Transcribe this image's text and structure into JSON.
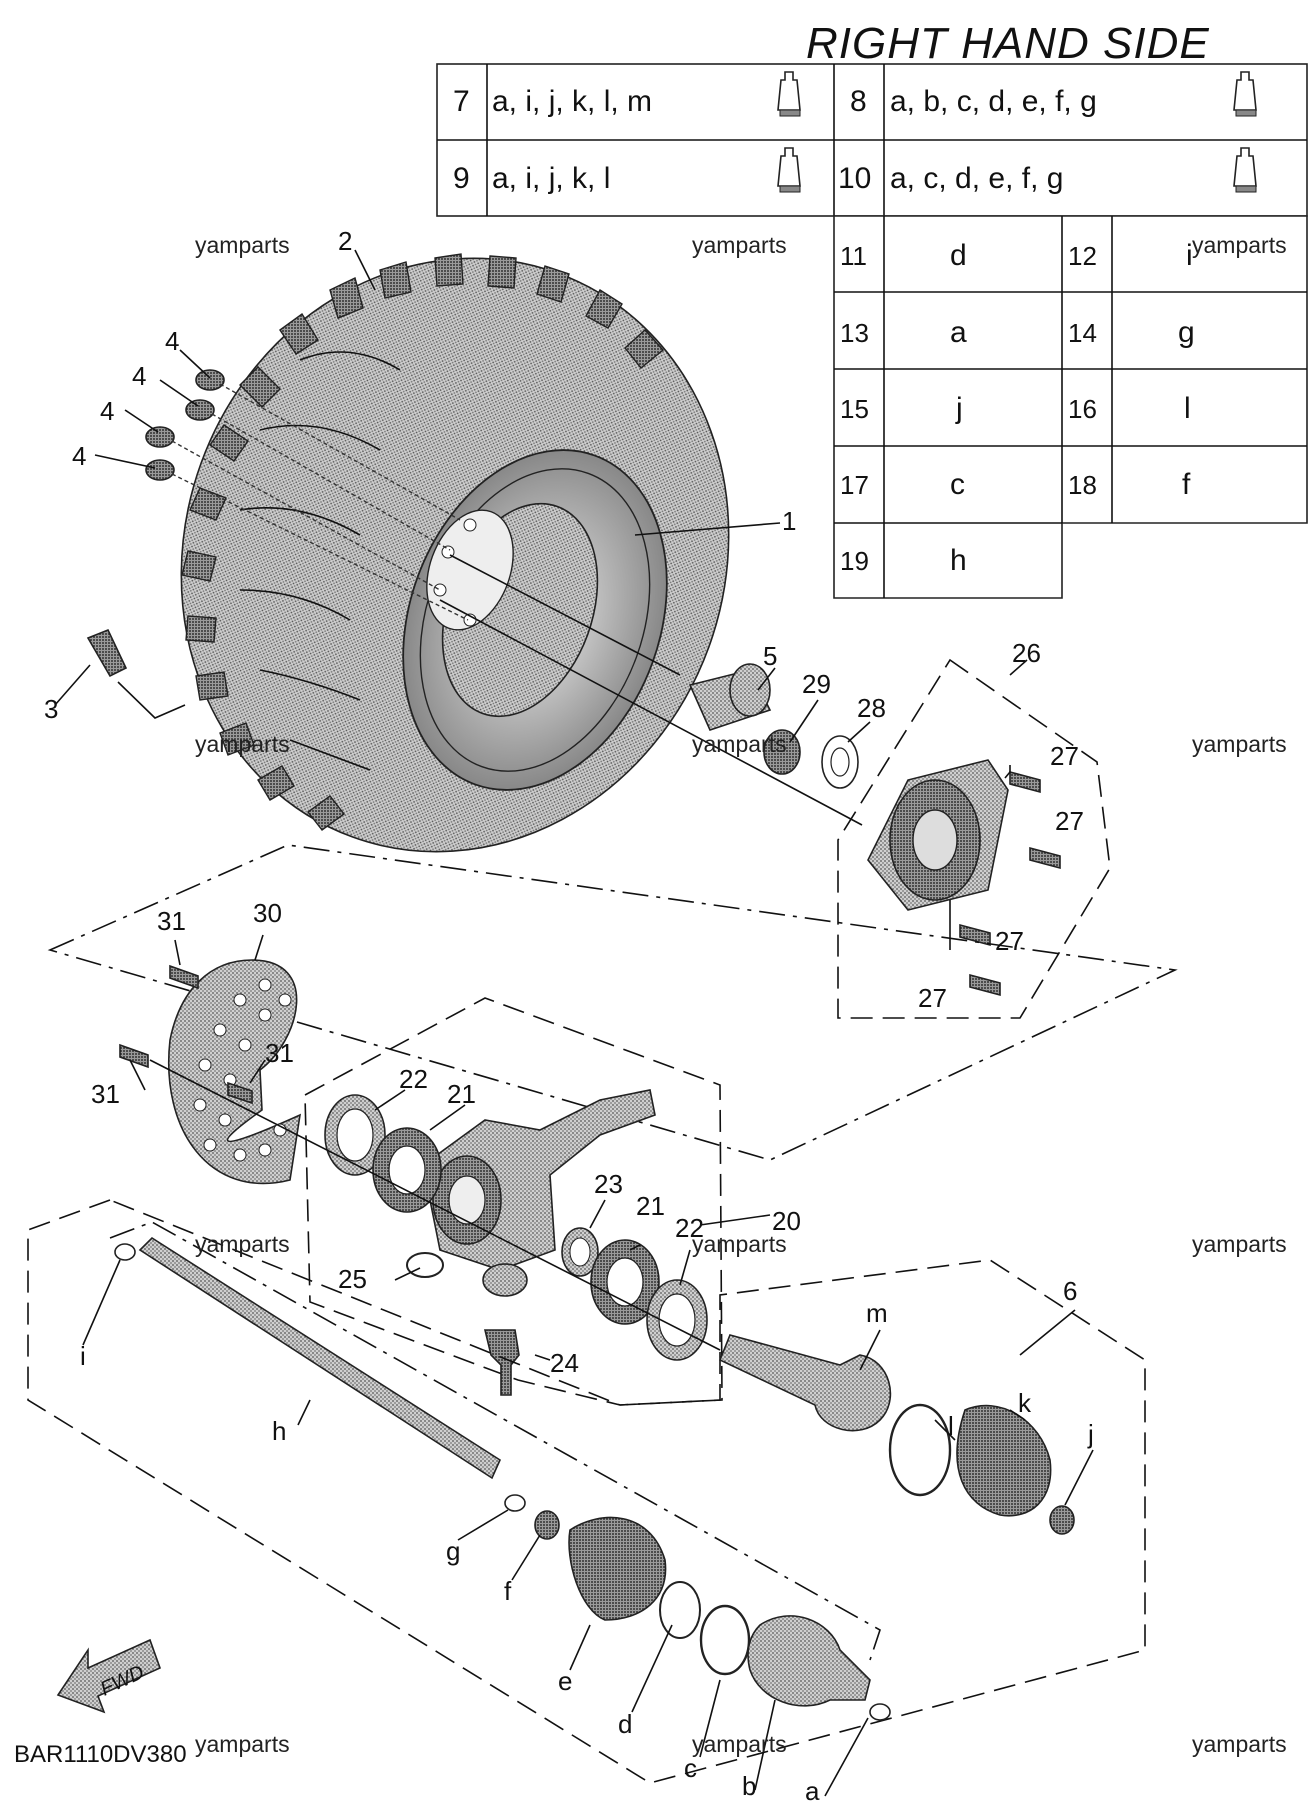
{
  "diagram": {
    "title": "RIGHT HAND SIDE",
    "code": "BAR1110DV380",
    "fwd_label": "FWD",
    "watermark": "yamparts",
    "grease_table": [
      {
        "ref": "7",
        "parts": "a, i, j, k, l, m"
      },
      {
        "ref": "8",
        "parts": "a, b, c, d, e, f, g"
      },
      {
        "ref": "9",
        "parts": "a, i, j, k, l"
      },
      {
        "ref": "10",
        "parts": "a, c, d, e, f, g"
      }
    ],
    "ref_table": [
      {
        "ref": "11",
        "part": "d"
      },
      {
        "ref": "12",
        "part": "i"
      },
      {
        "ref": "13",
        "part": "a"
      },
      {
        "ref": "14",
        "part": "g"
      },
      {
        "ref": "15",
        "part": "j"
      },
      {
        "ref": "16",
        "part": "l"
      },
      {
        "ref": "17",
        "part": "c"
      },
      {
        "ref": "18",
        "part": "f"
      },
      {
        "ref": "19",
        "part": "h"
      }
    ],
    "callouts": {
      "c1": "1",
      "c2": "2",
      "c3": "3",
      "c4": "4",
      "c5": "5",
      "c6": "6",
      "c20": "20",
      "c21": "21",
      "c22": "22",
      "c23": "23",
      "c24": "24",
      "c25": "25",
      "c26": "26",
      "c27": "27",
      "c28": "28",
      "c29": "29",
      "c30": "30",
      "c31": "31",
      "la": "a",
      "lb": "b",
      "lc": "c",
      "ld": "d",
      "le": "e",
      "lf": "f",
      "lg": "g",
      "lh": "h",
      "li": "i",
      "lj": "j",
      "lk": "k",
      "ll": "l",
      "lm": "m"
    }
  }
}
